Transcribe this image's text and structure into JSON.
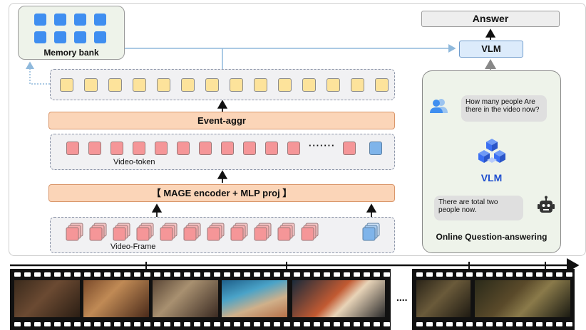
{
  "memory_bank": {
    "label": "Memory bank"
  },
  "event_aggr": {
    "label": "Event-aggr"
  },
  "video_token": {
    "label": "Video-token",
    "ellipsis": "·······"
  },
  "encoder": {
    "label": "【 MAGE encoder + MLP proj 】"
  },
  "video_frame": {
    "label": "Video-Frame"
  },
  "answer": {
    "label": "Answer"
  },
  "vlm": {
    "label": "VLM"
  },
  "online": {
    "question": "How many people Are there in the video now?",
    "vlm_label": "VLM",
    "reply": "There are total two people now.",
    "title": "Online Question-answering"
  },
  "film": {
    "ellipsis": "...."
  },
  "colors": {
    "memory_square": "#3f8ef0",
    "event_token": "#fde39b",
    "video_token": "#f59698",
    "latest_token": "#7fb4ea",
    "bar_fill": "#fbd5b8",
    "connector": "#8fb9dc",
    "vlm_fill": "#dcebfb"
  }
}
